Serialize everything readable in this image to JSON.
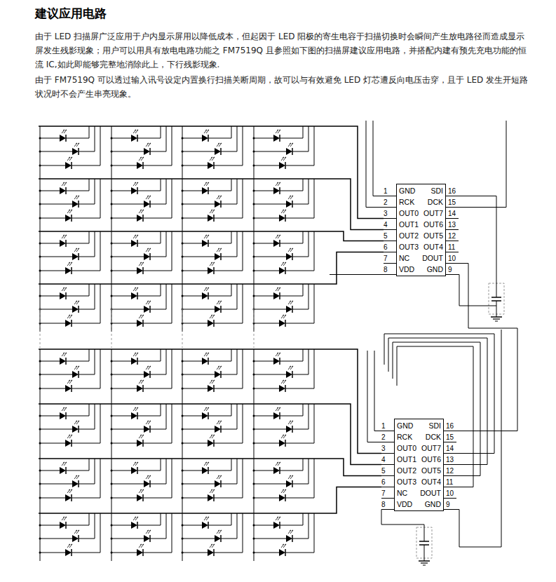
{
  "diagram": {
    "title": "建议应用电路",
    "nodes": [
      {
        "text": [
          "GND",
          "SDI",
          "RCK",
          "DCK",
          "OUT0",
          "OUT7",
          "OUT1",
          "OUT6",
          "OUT2",
          "OUT5",
          "OUT3",
          "OUT4",
          "NC",
          "DOUT",
          "VDD",
          "GND"
        ]
      },
      {
        "text": [
          "GND",
          "SDI",
          "RCK",
          "DCK",
          "OUT0",
          "OUT7",
          "OUT1",
          "OUT6",
          "OUT2",
          "OUT5",
          "OUT3",
          "OUT4",
          "NC",
          "DOUT",
          "VDD",
          "GND"
        ]
      }
    ],
    "edges": [
      {
        "from": 0,
        "to": 1,
        "arrow": "none"
      }
    ],
    "labels": [
      "由于 LED 扫描屏广泛应用于户内显示屏用以降低成本，但起因于 LED 阳极的寄生电容于扫描切换时会瞬间产生放电路径而造成显示屏发生残影现象；用户可以用具有放电电路功能之 FM7519Q 且参照如下图的扫描屏建议应用电路，并搭配内建有预先充电功能的恒流 IC,如此即能够完整地消除此上，下行残影现象.",
      "由于 FM7519Q 可以透过输入讯号设定内置换行扫描关断周期，故可以与有效避免 LED 灯芯遭反向电压击穿，且于 LED 发生开短路状况时不会产生串亮现象。",
      "1",
      "2",
      "3",
      "4",
      "5",
      "6",
      "7",
      "8",
      "9",
      "10",
      "11",
      "12",
      "13",
      "14",
      "15",
      "16",
      "1",
      "2",
      "3",
      "4",
      "5",
      "6",
      "7",
      "8",
      "9",
      "10",
      "11",
      "12",
      "13",
      "14",
      "15",
      "16"
    ]
  }
}
